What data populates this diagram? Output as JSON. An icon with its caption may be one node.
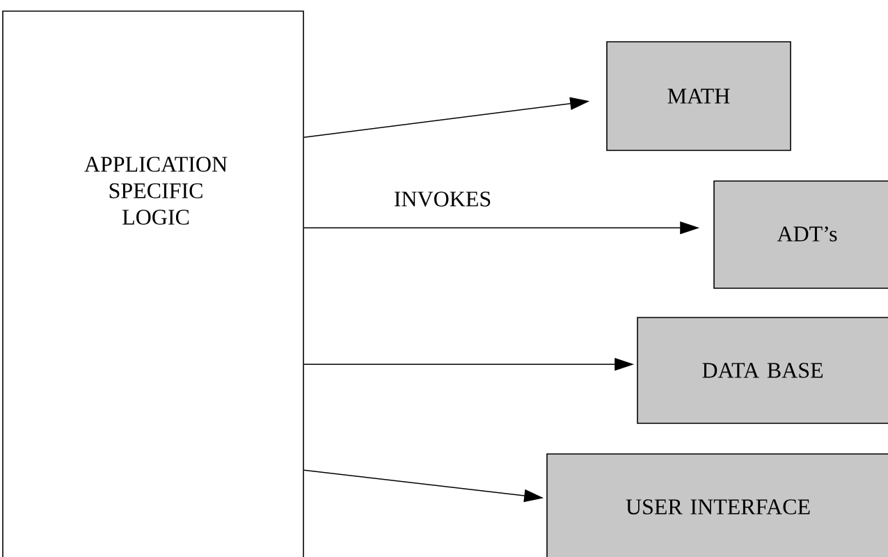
{
  "diagram": {
    "nodes": [
      {
        "text": [
          "APPLICATION SPECIFIC LOGIC"
        ]
      },
      {
        "text": [
          "MATH"
        ]
      },
      {
        "text": [
          "ADT’s"
        ]
      },
      {
        "text": [
          "DATA BASE"
        ]
      },
      {
        "text": [
          "USER INTERFACE"
        ]
      }
    ],
    "edges": [
      {
        "from": 0,
        "to": 1,
        "arrow": "to"
      },
      {
        "from": 0,
        "to": 2,
        "arrow": "to",
        "label": "INVOKES"
      },
      {
        "from": 0,
        "to": 3,
        "arrow": "to"
      },
      {
        "from": 0,
        "to": 4,
        "arrow": "to"
      }
    ]
  }
}
